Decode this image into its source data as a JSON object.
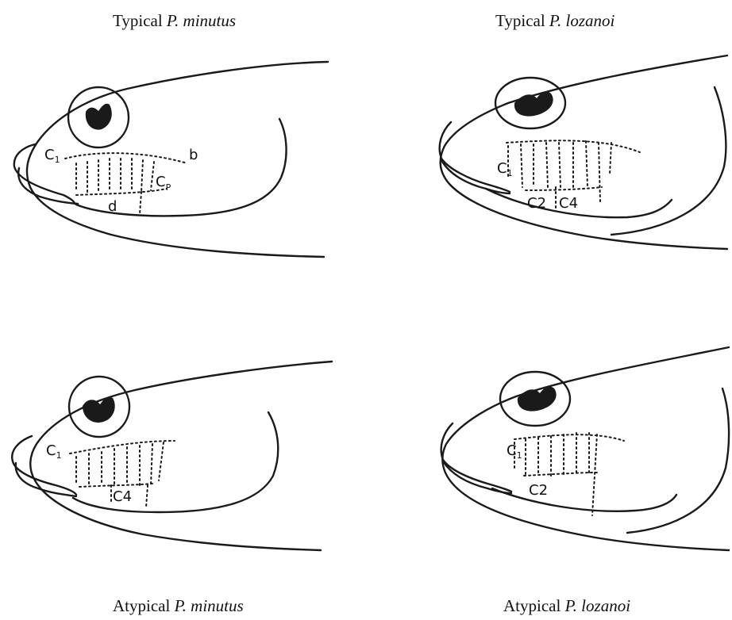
{
  "captions": {
    "top_left": {
      "prefix": "Typical",
      "species": "P.  minutus"
    },
    "top_right": {
      "prefix": "Typical",
      "species": "P.  lozanoi"
    },
    "bottom_left": {
      "prefix": "Atypical",
      "species": "P.  minutus"
    },
    "bottom_right": {
      "prefix": "Atypical",
      "species": "P.  lozanoi"
    }
  },
  "labels": {
    "typical_minutus": {
      "c1": "C",
      "c1_sub": "1",
      "b": "b",
      "cp": "C",
      "cp_sub": "P",
      "d": "d"
    },
    "typical_lozanoi": {
      "c1": "C",
      "c1_sub": "1",
      "c2": "C2",
      "c4": "C4"
    },
    "atypical_minutus": {
      "c1": "C",
      "c1_sub": "1",
      "c4": "C4"
    },
    "atypical_lozanoi": {
      "c1": "C",
      "c1_sub": "1",
      "c2": "C2"
    }
  },
  "colors": {
    "ink": "#1a1a1a",
    "background": "#ffffff"
  }
}
